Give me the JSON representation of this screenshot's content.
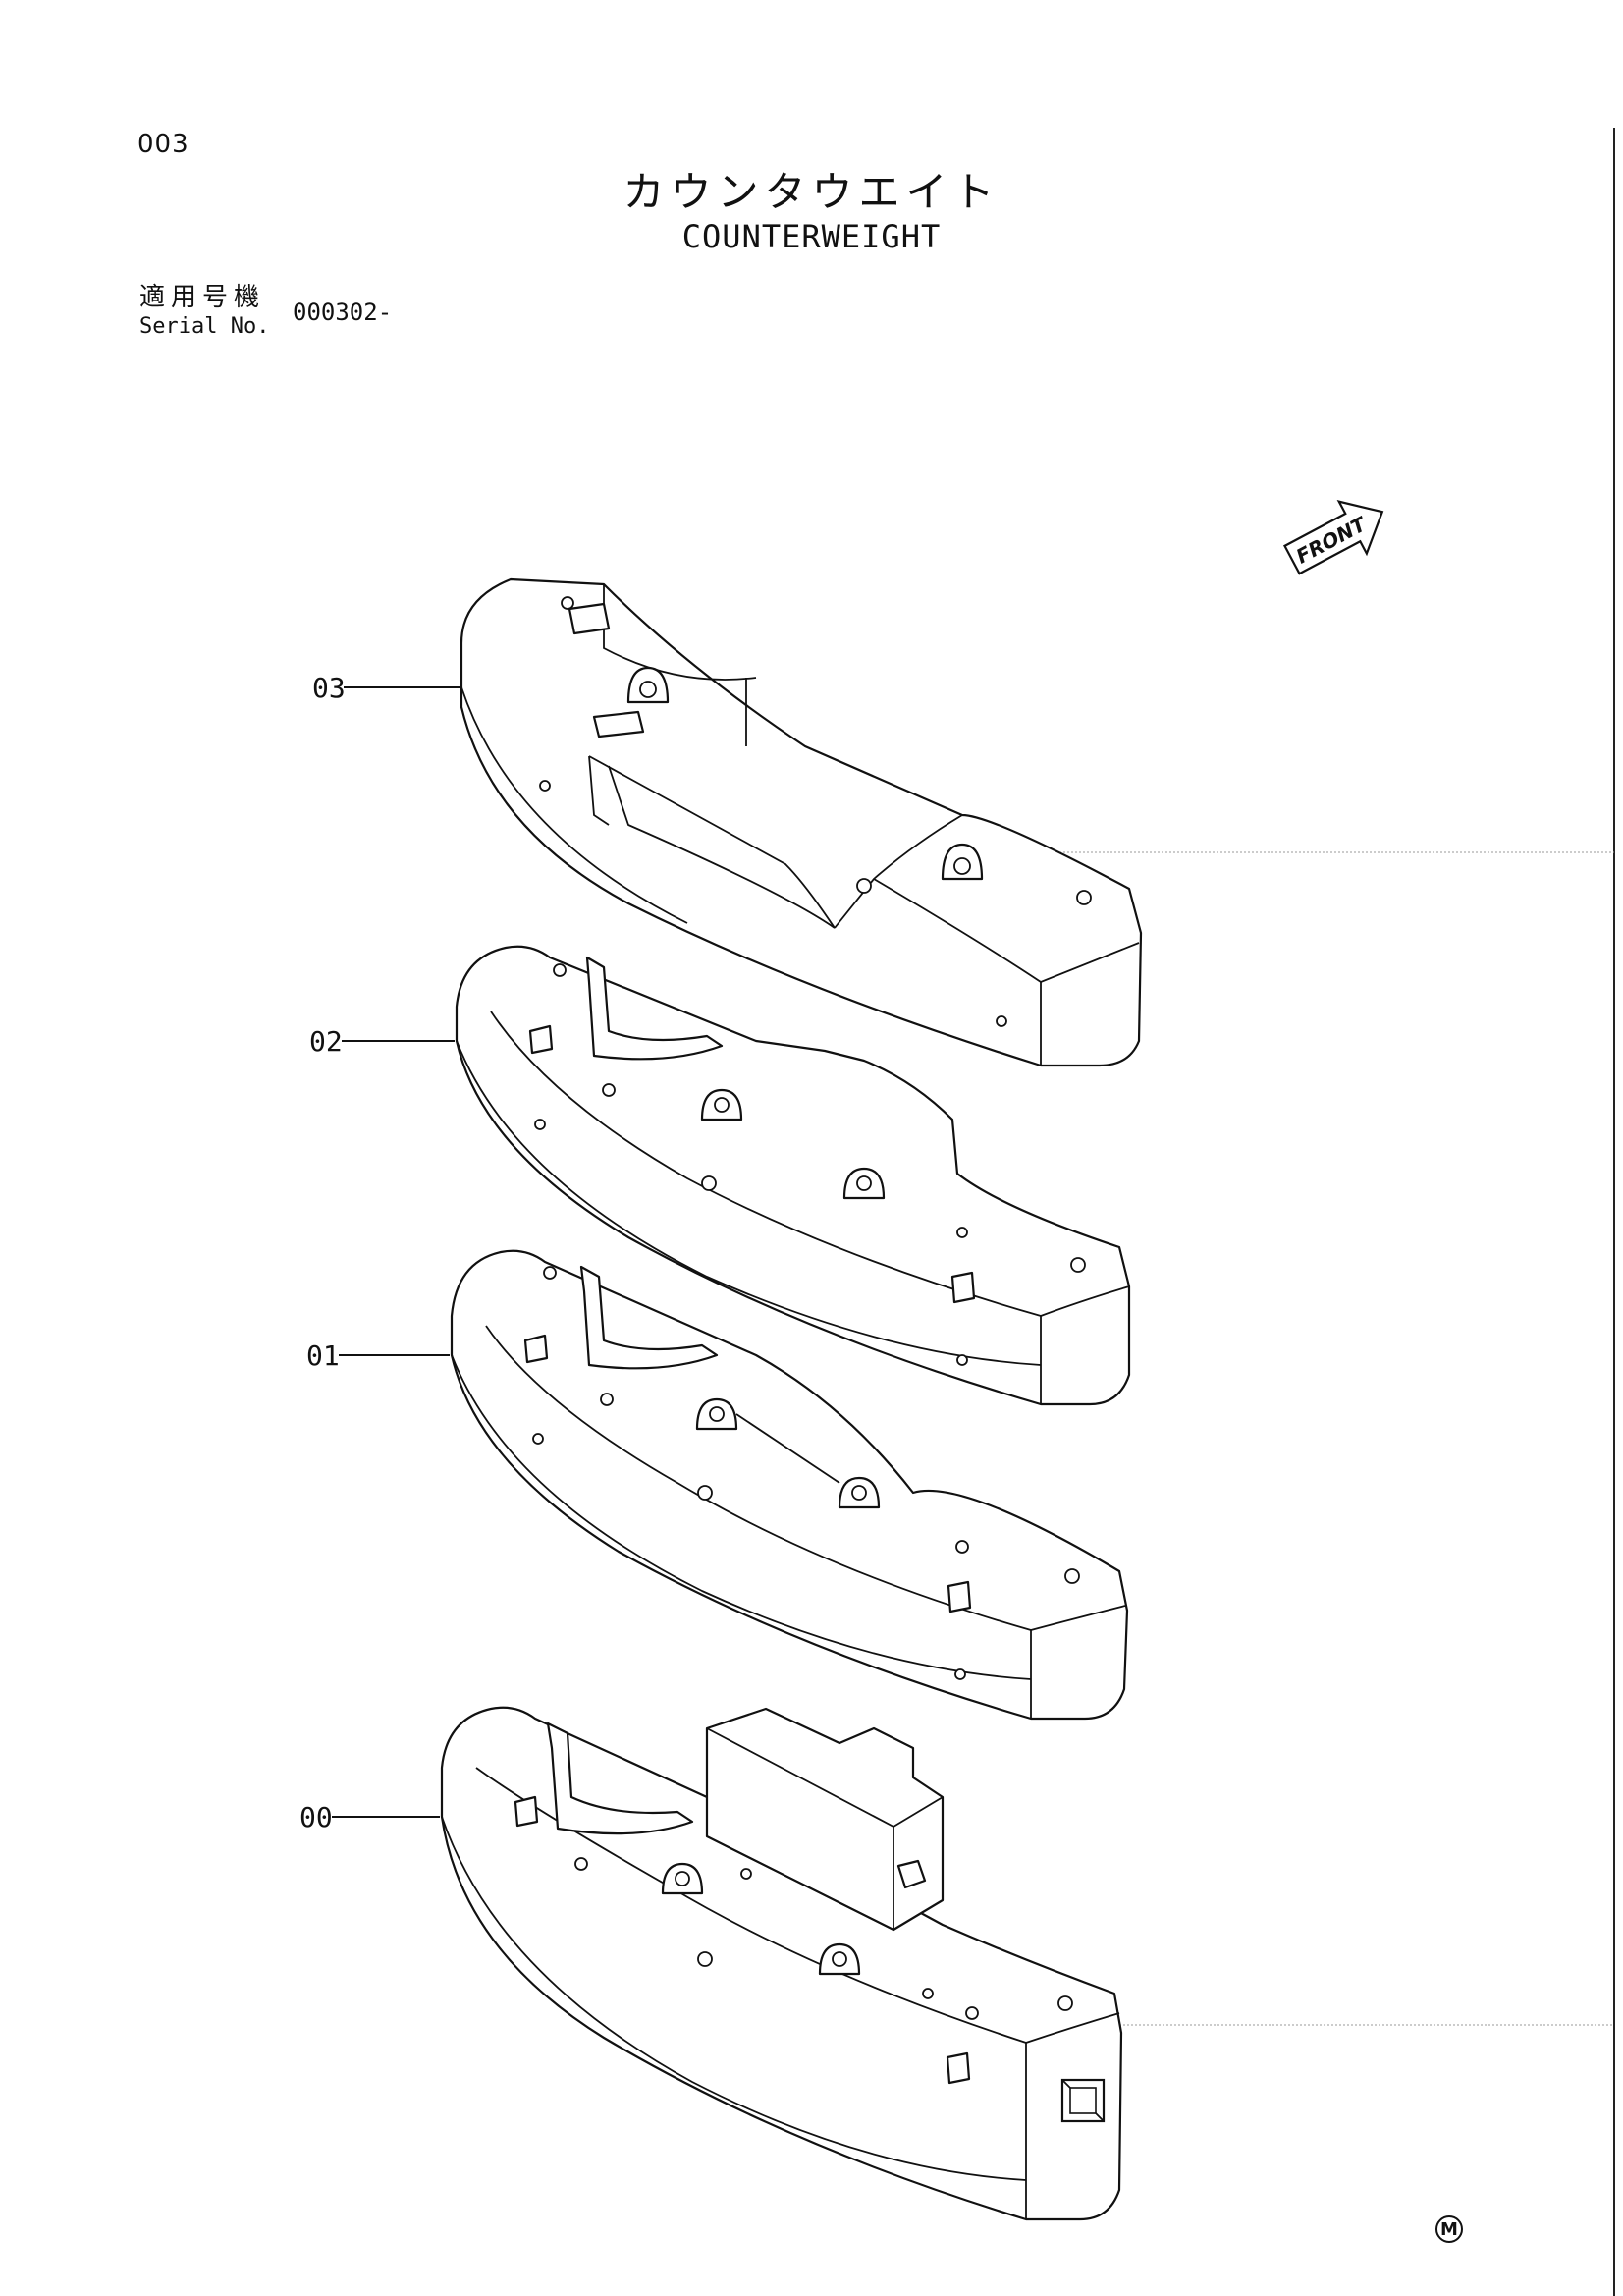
{
  "page_number": "003",
  "title_jp": "カウンタウエイト",
  "title_en": "COUNTERWEIGHT",
  "serial": {
    "label_jp": "適用号機",
    "label_en": "Serial No.",
    "value": "000302-"
  },
  "front_label": "FRONT",
  "callouts": [
    "03",
    "02",
    "01",
    "00"
  ],
  "corner_mark": "M"
}
